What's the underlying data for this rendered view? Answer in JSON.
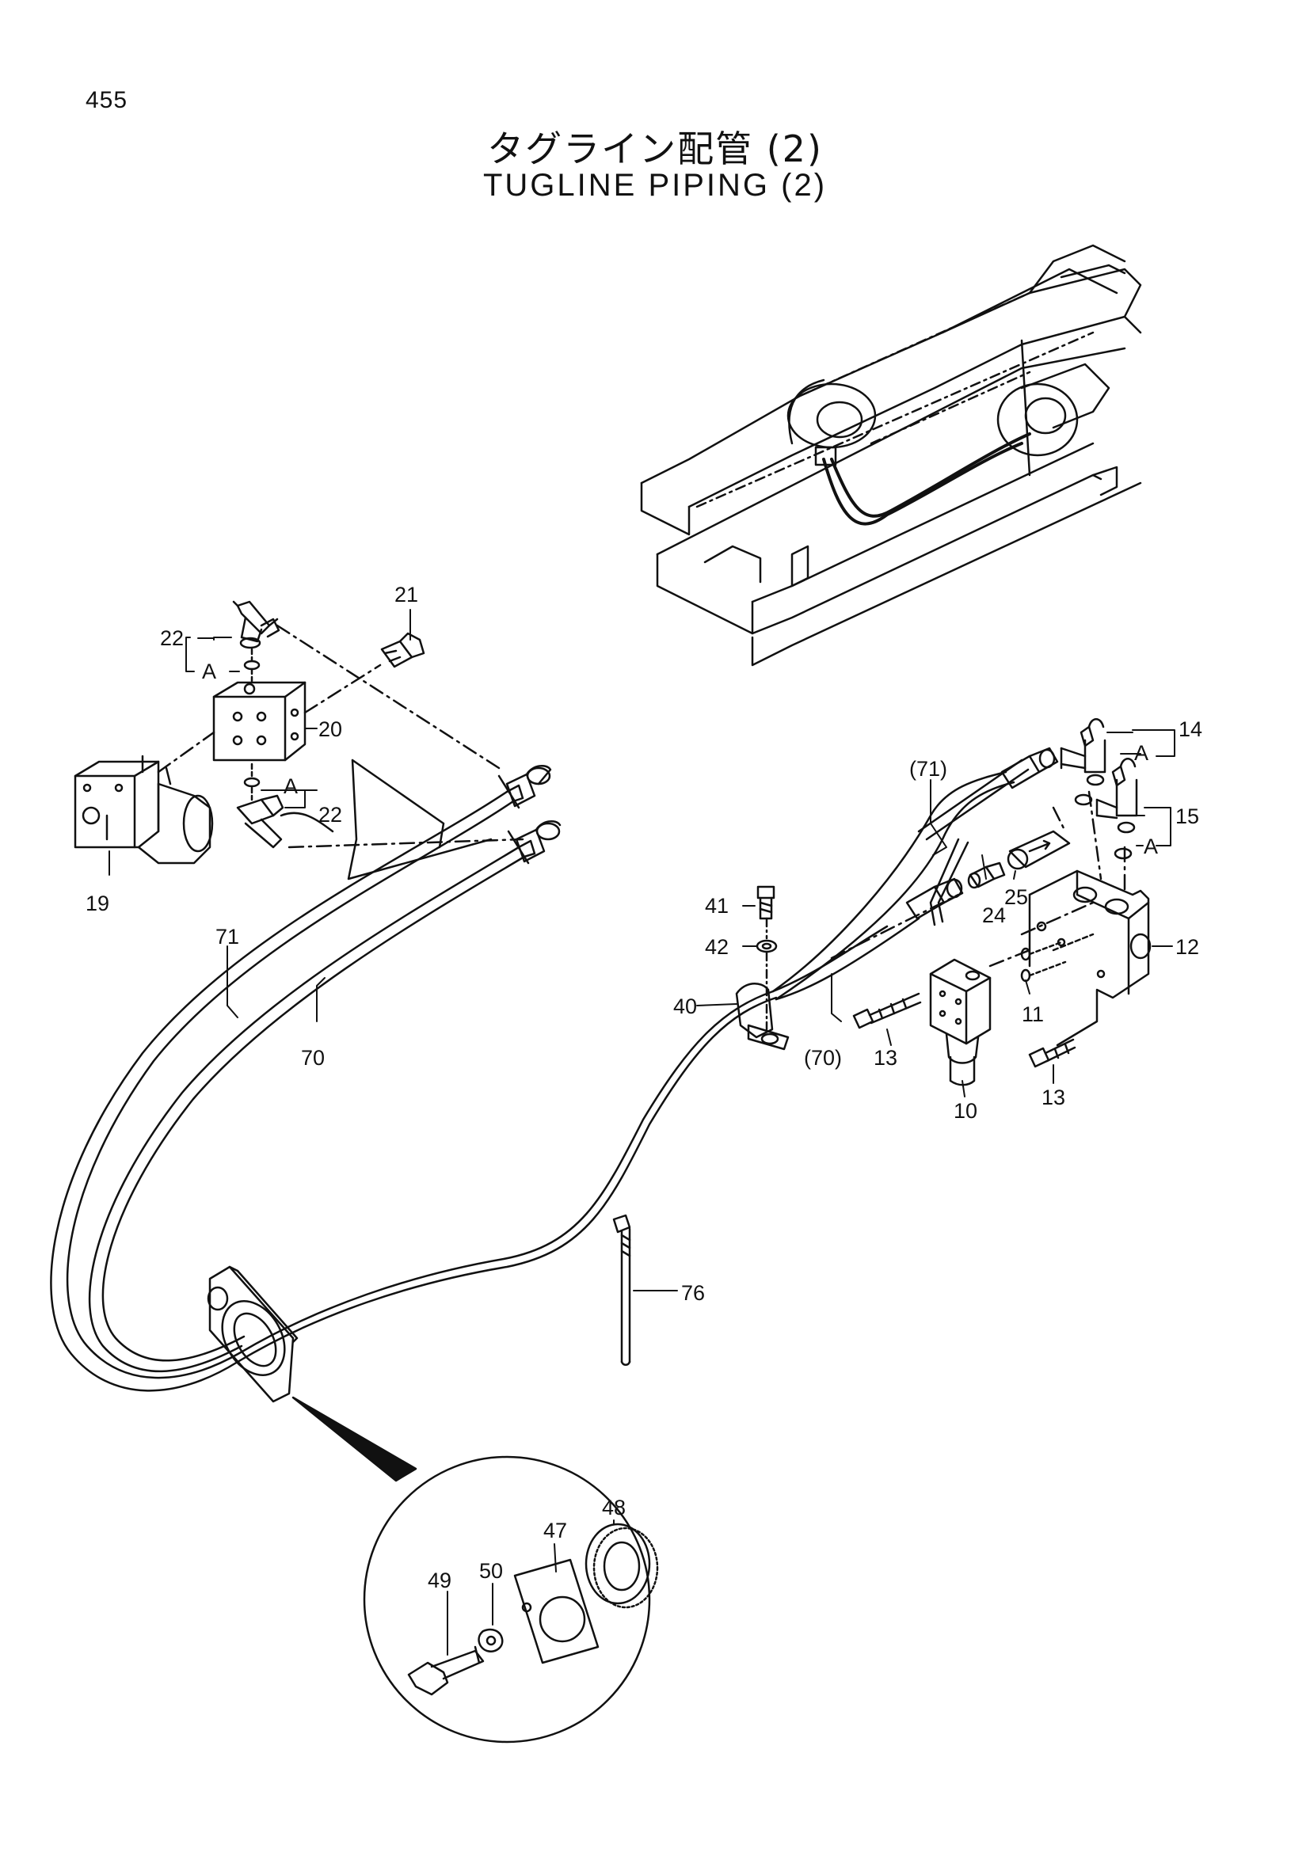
{
  "page": {
    "number": "455"
  },
  "title": {
    "japanese": "タグライン配管 (2)",
    "english": "TUGLINE PIPING (2)"
  },
  "callouts": {
    "p10": "10",
    "p11": "11",
    "p12": "12",
    "p13a": "13",
    "p13b": "13",
    "p14": "14",
    "p15": "15",
    "p19": "19",
    "p20": "20",
    "p21": "21",
    "p22a": "22",
    "p22b": "22",
    "p24": "24",
    "p25": "25",
    "p40": "40",
    "p41": "41",
    "p42": "42",
    "p47": "47",
    "p48": "48",
    "p49": "49",
    "p50": "50",
    "p70": "70",
    "p70ref": "(70)",
    "p71": "71",
    "p71ref": "(71)",
    "p76": "76"
  },
  "markers": {
    "a1": "A",
    "a2": "A",
    "a3": "A",
    "a4": "A"
  }
}
